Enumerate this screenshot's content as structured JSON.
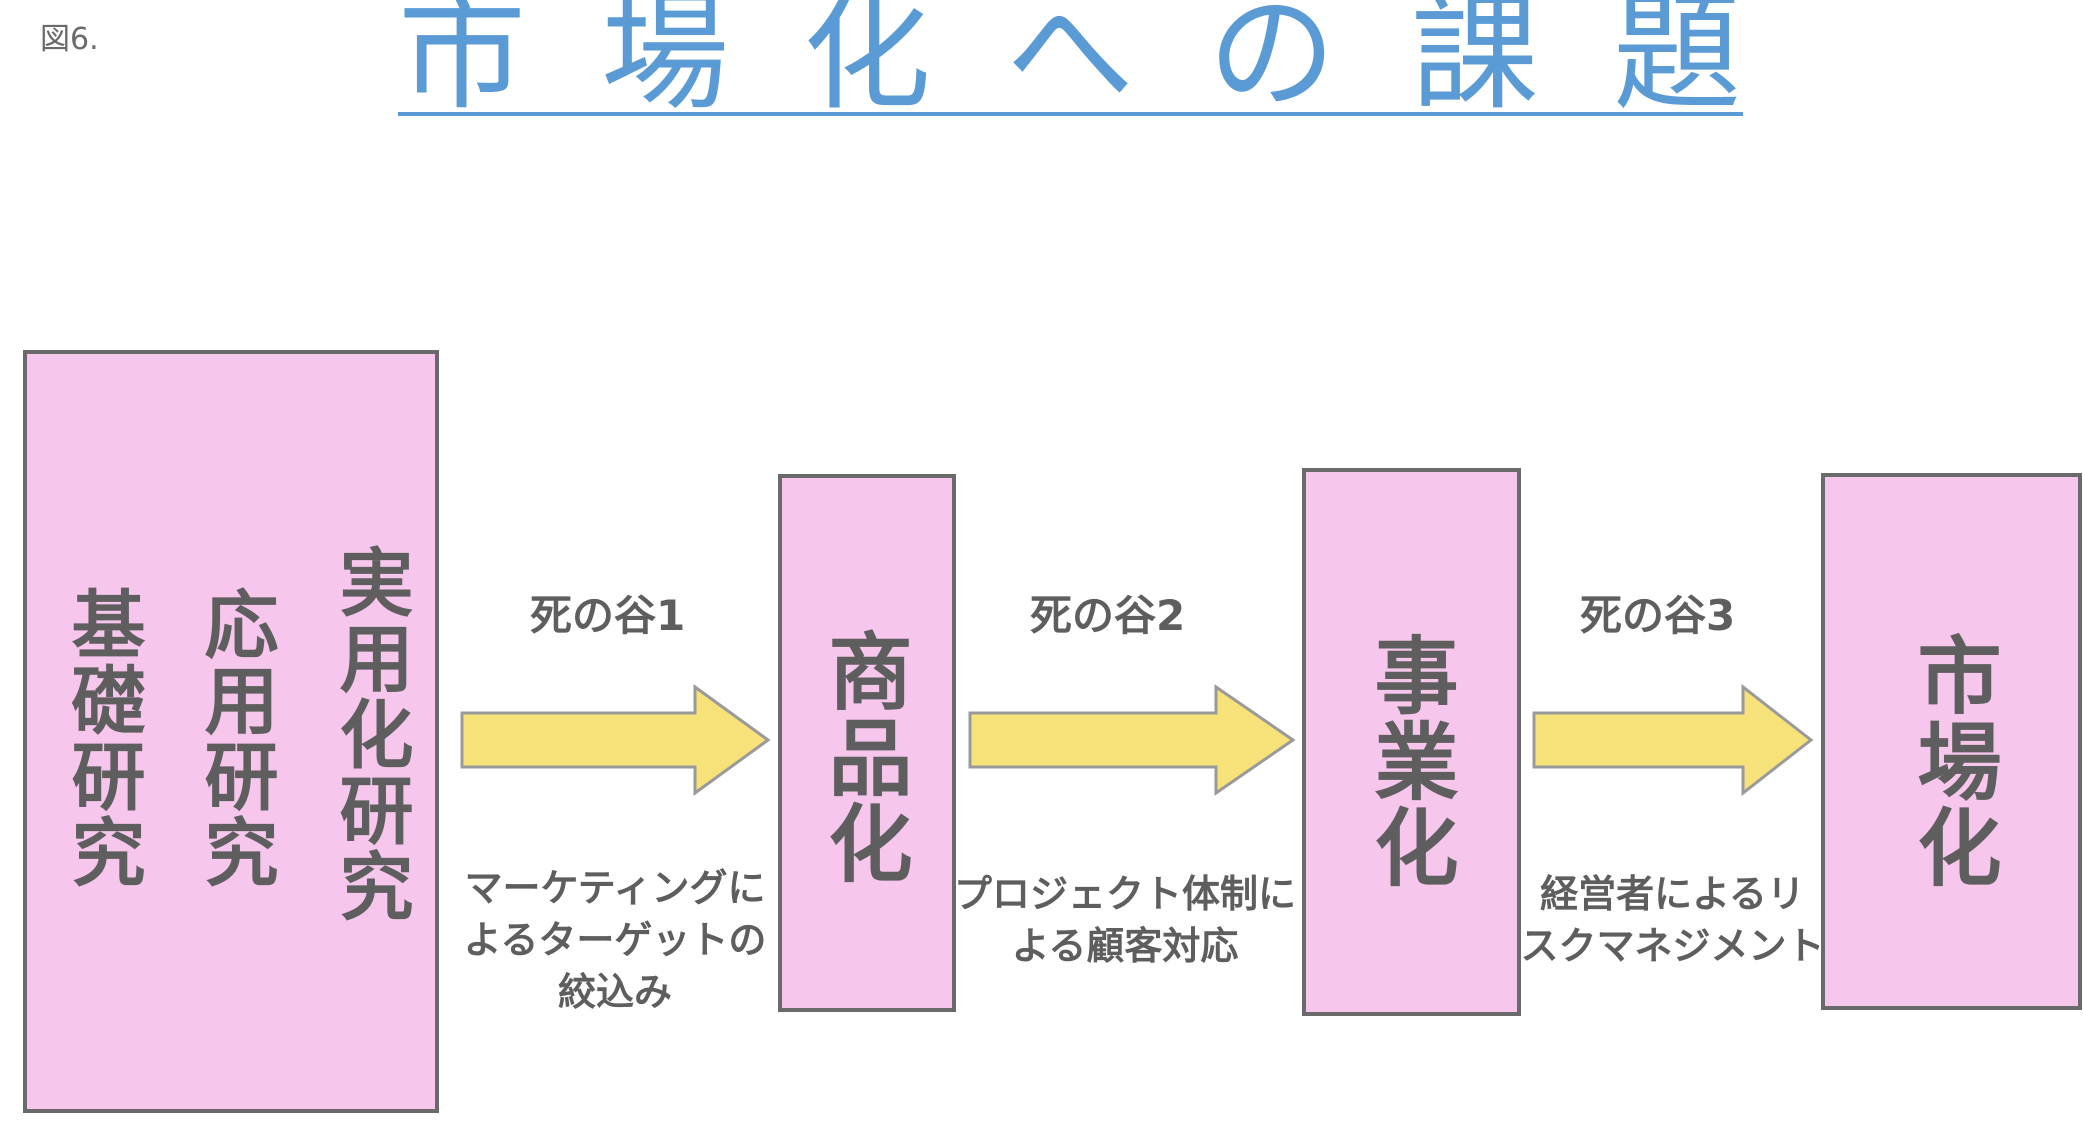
{
  "figure_label": "図6.",
  "title": [
    "市",
    "場",
    "化",
    "へ",
    "の",
    "課",
    "題"
  ],
  "stages": {
    "research": [
      "基礎研究",
      "応用研究",
      "実用化研究"
    ],
    "productization": "商品化",
    "business": "事業化",
    "market": "市場化"
  },
  "valleys": [
    {
      "label": "死の谷1",
      "note": [
        "マーケティングに",
        "よるターゲットの",
        "絞込み"
      ]
    },
    {
      "label": "死の谷2",
      "note": [
        "プロジェクト体制に",
        "よる顧客対応"
      ]
    },
    {
      "label": "死の谷3",
      "note": [
        "経営者によるリ",
        "スクマネジメント"
      ]
    }
  ],
  "colors": {
    "title": "#5b9bd5",
    "box_fill": "#f6c6ec",
    "box_border": "#6a6a6a",
    "arrow_fill": "#f7e27a",
    "text": "#5e5e5e"
  },
  "icons": [
    "right-arrow-icon"
  ]
}
